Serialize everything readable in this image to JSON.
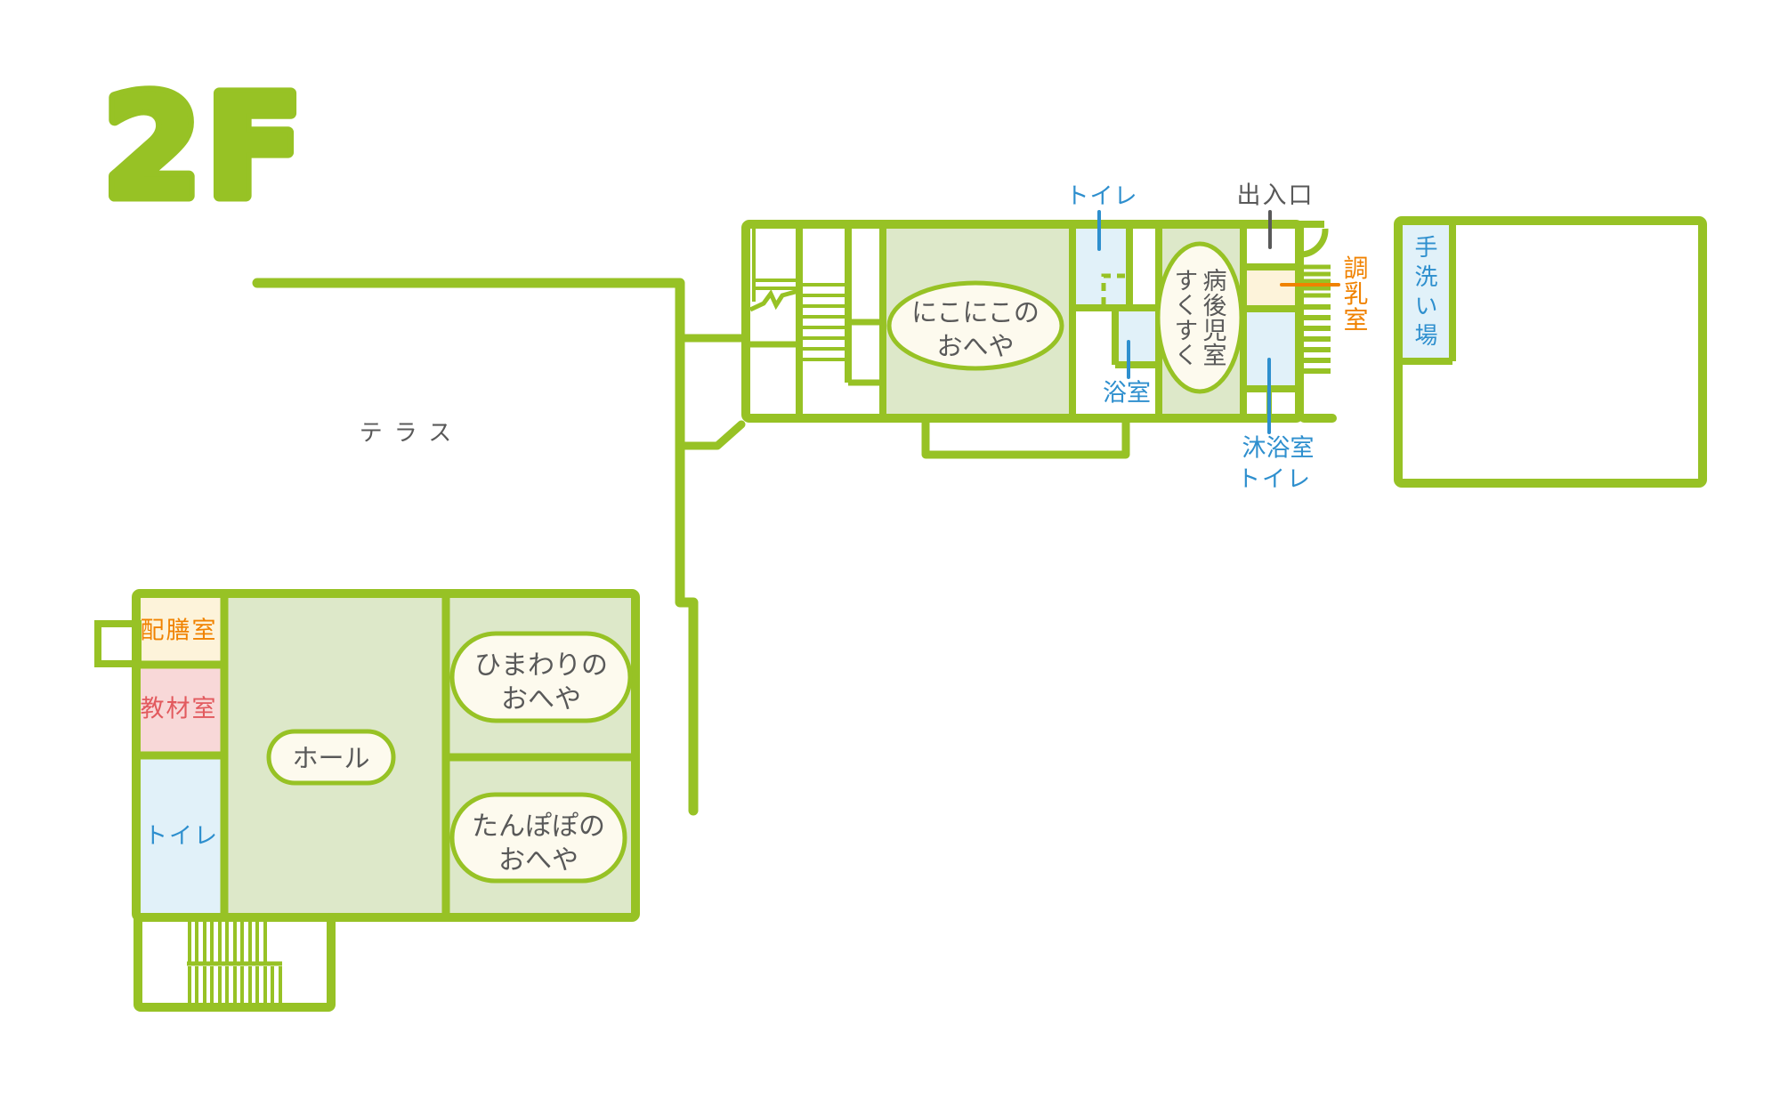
{
  "logo": "2F",
  "colors": {
    "line_green": "#97c225",
    "room_green_fill": "#dde8c9",
    "light_blue_fill": "#e1f1f9",
    "cream_fill": "#fdf3da",
    "pink_fill": "#f8d8d8",
    "bubble_fill": "#fdfaee",
    "text_gray": "#595959",
    "text_blue": "#2e8fce",
    "text_orange": "#f08200",
    "text_red": "#e25a5e"
  },
  "terrace": {
    "label": "テラス"
  },
  "upper_building": {
    "nikoniko_room": {
      "line1": "にこにこの",
      "line2": "おへや"
    },
    "sick_room": {
      "col_right": "病後児室",
      "col_left": "すくすく"
    },
    "toilet_label": "トイレ",
    "entrance_label": "出入口",
    "milk_room_label": "調乳室",
    "bath_label": "浴室",
    "baby_bath_label": "沐浴室",
    "baby_bath_toilet_label": "トイレ"
  },
  "hand_wash_building": {
    "hand_wash_label": "手洗い場"
  },
  "lower_building": {
    "serving_room_label": "配膳室",
    "materials_room_label": "教材室",
    "toilet_label": "トイレ",
    "hall_label": "ホール",
    "himawari_room": {
      "line1": "ひまわりの",
      "line2": "おへや"
    },
    "tanpopo_room": {
      "line1": "たんぽぽの",
      "line2": "おへや"
    }
  }
}
